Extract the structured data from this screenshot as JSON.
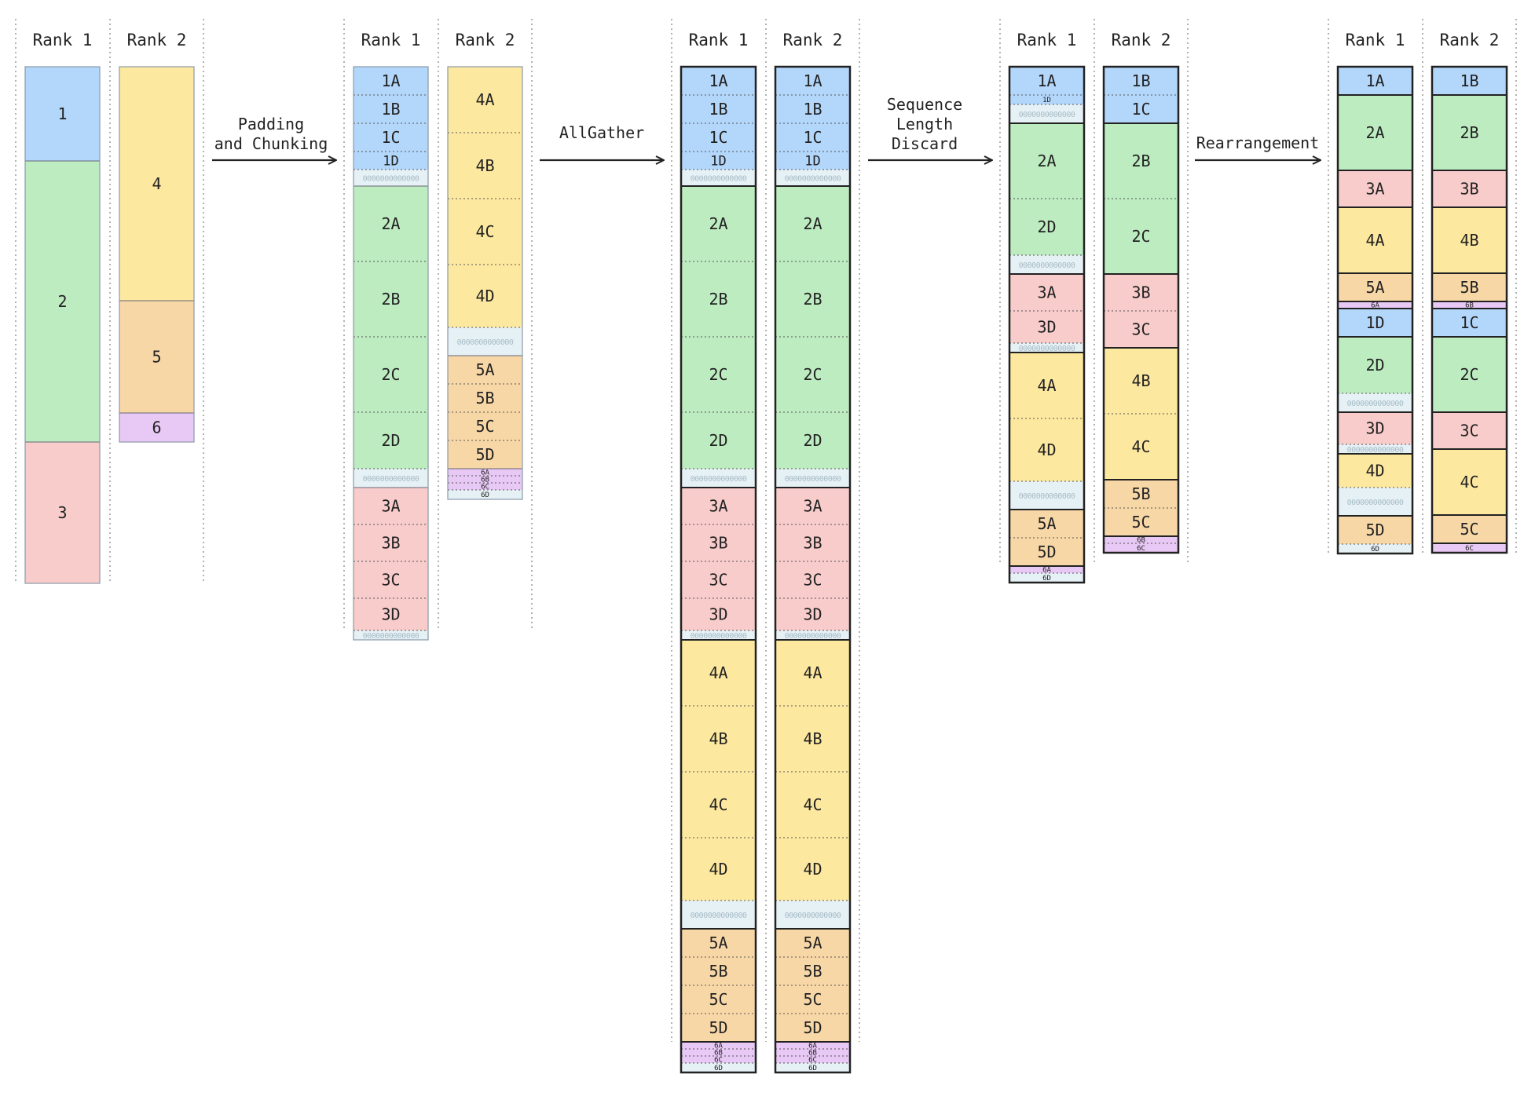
{
  "colors": {
    "seq1": "#b3d6fb",
    "seq2": "#bdecc0",
    "seq3": "#f8cccb",
    "seq4": "#fde89f",
    "seq5": "#f8d7a7",
    "seq6": "#e8c8f5",
    "pad": "#e6f1f6",
    "pad_text": "#a7bcc6",
    "text": "#222222"
  },
  "pad_text": "0000000000000",
  "arrows": [
    {
      "id": "padding-and-chunking",
      "lines": [
        "Padding",
        "and Chunking"
      ]
    },
    {
      "id": "allgather",
      "lines": [
        "AllGather"
      ]
    },
    {
      "id": "sequence-length-discard",
      "lines": [
        "Sequence",
        "Length",
        "Discard"
      ]
    },
    {
      "id": "rearrangement",
      "lines": [
        "Rearrangement"
      ]
    }
  ],
  "stages": [
    {
      "id": "input",
      "ranks": [
        {
          "title": "Rank 1",
          "blocks": [
            {
              "label": "1",
              "seq": 1
            },
            {
              "label": "2",
              "seq": 2
            },
            {
              "label": "3",
              "seq": 3
            }
          ]
        },
        {
          "title": "Rank 2",
          "blocks": [
            {
              "label": "4",
              "seq": 4
            },
            {
              "label": "5",
              "seq": 5
            },
            {
              "label": "6",
              "seq": 6
            }
          ]
        }
      ]
    },
    {
      "id": "padded-chunked",
      "ranks": [
        {
          "title": "Rank 1",
          "blocks": [
            {
              "label": "1A",
              "seq": 1
            },
            {
              "label": "1B",
              "seq": 1
            },
            {
              "label": "1C",
              "seq": 1
            },
            {
              "label": "1D",
              "seq": 1
            },
            {
              "seq": "pad"
            },
            {
              "label": "2A",
              "seq": 2
            },
            {
              "label": "2B",
              "seq": 2
            },
            {
              "label": "2C",
              "seq": 2
            },
            {
              "label": "2D",
              "seq": 2
            },
            {
              "seq": "pad"
            },
            {
              "label": "3A",
              "seq": 3
            },
            {
              "label": "3B",
              "seq": 3
            },
            {
              "label": "3C",
              "seq": 3
            },
            {
              "label": "3D",
              "seq": 3
            },
            {
              "seq": "pad"
            }
          ]
        },
        {
          "title": "Rank 2",
          "blocks": [
            {
              "label": "4A",
              "seq": 4
            },
            {
              "label": "4B",
              "seq": 4
            },
            {
              "label": "4C",
              "seq": 4
            },
            {
              "label": "4D",
              "seq": 4
            },
            {
              "seq": "pad"
            },
            {
              "label": "5A",
              "seq": 5
            },
            {
              "label": "5B",
              "seq": 5
            },
            {
              "label": "5C",
              "seq": 5
            },
            {
              "label": "5D",
              "seq": 5
            },
            {
              "label": "6A",
              "seq": 6
            },
            {
              "label": "6B",
              "seq": 6
            },
            {
              "label": "6C",
              "seq": 6
            },
            {
              "label": "6D",
              "seq": "pad"
            }
          ]
        }
      ]
    },
    {
      "id": "allgathered",
      "ranks": [
        {
          "title": "Rank 1",
          "blocks": [
            {
              "label": "1A",
              "seq": 1
            },
            {
              "label": "1B",
              "seq": 1
            },
            {
              "label": "1C",
              "seq": 1
            },
            {
              "label": "1D",
              "seq": 1
            },
            {
              "seq": "pad"
            },
            {
              "label": "2A",
              "seq": 2
            },
            {
              "label": "2B",
              "seq": 2
            },
            {
              "label": "2C",
              "seq": 2
            },
            {
              "label": "2D",
              "seq": 2
            },
            {
              "seq": "pad"
            },
            {
              "label": "3A",
              "seq": 3
            },
            {
              "label": "3B",
              "seq": 3
            },
            {
              "label": "3C",
              "seq": 3
            },
            {
              "label": "3D",
              "seq": 3
            },
            {
              "seq": "pad"
            },
            {
              "label": "4A",
              "seq": 4
            },
            {
              "label": "4B",
              "seq": 4
            },
            {
              "label": "4C",
              "seq": 4
            },
            {
              "label": "4D",
              "seq": 4
            },
            {
              "seq": "pad"
            },
            {
              "label": "5A",
              "seq": 5
            },
            {
              "label": "5B",
              "seq": 5
            },
            {
              "label": "5C",
              "seq": 5
            },
            {
              "label": "5D",
              "seq": 5
            },
            {
              "label": "6A",
              "seq": 6
            },
            {
              "label": "6B",
              "seq": 6
            },
            {
              "label": "6C",
              "seq": 6
            },
            {
              "label": "6D",
              "seq": "pad"
            }
          ]
        },
        {
          "title": "Rank 2",
          "blocks": [
            {
              "label": "1A",
              "seq": 1
            },
            {
              "label": "1B",
              "seq": 1
            },
            {
              "label": "1C",
              "seq": 1
            },
            {
              "label": "1D",
              "seq": 1
            },
            {
              "seq": "pad"
            },
            {
              "label": "2A",
              "seq": 2
            },
            {
              "label": "2B",
              "seq": 2
            },
            {
              "label": "2C",
              "seq": 2
            },
            {
              "label": "2D",
              "seq": 2
            },
            {
              "seq": "pad"
            },
            {
              "label": "3A",
              "seq": 3
            },
            {
              "label": "3B",
              "seq": 3
            },
            {
              "label": "3C",
              "seq": 3
            },
            {
              "label": "3D",
              "seq": 3
            },
            {
              "seq": "pad"
            },
            {
              "label": "4A",
              "seq": 4
            },
            {
              "label": "4B",
              "seq": 4
            },
            {
              "label": "4C",
              "seq": 4
            },
            {
              "label": "4D",
              "seq": 4
            },
            {
              "seq": "pad"
            },
            {
              "label": "5A",
              "seq": 5
            },
            {
              "label": "5B",
              "seq": 5
            },
            {
              "label": "5C",
              "seq": 5
            },
            {
              "label": "5D",
              "seq": 5
            },
            {
              "label": "6A",
              "seq": 6
            },
            {
              "label": "6B",
              "seq": 6
            },
            {
              "label": "6C",
              "seq": 6
            },
            {
              "label": "6D",
              "seq": "pad"
            }
          ]
        }
      ]
    },
    {
      "id": "discarded",
      "ranks": [
        {
          "title": "Rank 1",
          "blocks": [
            {
              "label": "1A",
              "seq": 1
            },
            {
              "label": "1D",
              "seq": 1
            },
            {
              "seq": "pad"
            },
            {
              "label": "2A",
              "seq": 2
            },
            {
              "label": "2D",
              "seq": 2
            },
            {
              "seq": "pad"
            },
            {
              "label": "3A",
              "seq": 3
            },
            {
              "label": "3D",
              "seq": 3
            },
            {
              "seq": "pad"
            },
            {
              "label": "4A",
              "seq": 4
            },
            {
              "label": "4D",
              "seq": 4
            },
            {
              "seq": "pad"
            },
            {
              "label": "5A",
              "seq": 5
            },
            {
              "label": "5D",
              "seq": 5
            },
            {
              "label": "6A",
              "seq": 6
            },
            {
              "label": "6D",
              "seq": "pad"
            }
          ]
        },
        {
          "title": "Rank 2",
          "blocks": [
            {
              "label": "1B",
              "seq": 1
            },
            {
              "label": "1C",
              "seq": 1
            },
            {
              "label": "2B",
              "seq": 2
            },
            {
              "label": "2C",
              "seq": 2
            },
            {
              "label": "3B",
              "seq": 3
            },
            {
              "label": "3C",
              "seq": 3
            },
            {
              "label": "4B",
              "seq": 4
            },
            {
              "label": "4C",
              "seq": 4
            },
            {
              "label": "5B",
              "seq": 5
            },
            {
              "label": "5C",
              "seq": 5
            },
            {
              "label": "6B",
              "seq": 6
            },
            {
              "label": "6C",
              "seq": 6
            }
          ]
        }
      ]
    },
    {
      "id": "rearranged",
      "ranks": [
        {
          "title": "Rank 1",
          "blocks": [
            {
              "label": "1A",
              "seq": 1
            },
            {
              "label": "2A",
              "seq": 2
            },
            {
              "label": "3A",
              "seq": 3
            },
            {
              "label": "4A",
              "seq": 4
            },
            {
              "label": "5A",
              "seq": 5
            },
            {
              "label": "6A",
              "seq": 6
            },
            {
              "label": "1D",
              "seq": 1
            },
            {
              "label": "2D",
              "seq": 2
            },
            {
              "seq": "pad"
            },
            {
              "label": "3D",
              "seq": 3
            },
            {
              "seq": "pad"
            },
            {
              "label": "4D",
              "seq": 4
            },
            {
              "seq": "pad"
            },
            {
              "label": "5D",
              "seq": 5
            },
            {
              "label": "6D",
              "seq": "pad"
            }
          ]
        },
        {
          "title": "Rank 2",
          "blocks": [
            {
              "label": "1B",
              "seq": 1
            },
            {
              "label": "2B",
              "seq": 2
            },
            {
              "label": "3B",
              "seq": 3
            },
            {
              "label": "4B",
              "seq": 4
            },
            {
              "label": "5B",
              "seq": 5
            },
            {
              "label": "6B",
              "seq": 6
            },
            {
              "label": "1C",
              "seq": 1
            },
            {
              "label": "2C",
              "seq": 2
            },
            {
              "label": "3C",
              "seq": 3
            },
            {
              "label": "4C",
              "seq": 4
            },
            {
              "label": "5C",
              "seq": 5
            },
            {
              "label": "6C",
              "seq": 6
            }
          ]
        }
      ]
    }
  ]
}
